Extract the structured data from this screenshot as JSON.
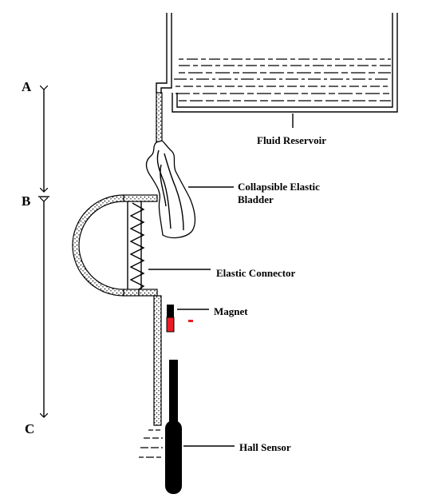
{
  "markers": [
    "A",
    "B",
    "C"
  ],
  "labels": {
    "fluid_reservoir": "Fluid Reservoir",
    "bladder_line1": "Collapsible Elastic",
    "bladder_line2": "Bladder",
    "elastic_connector": "Elastic Connector",
    "magnet": "Magnet",
    "hall_sensor": "Hall Sensor"
  },
  "colors": {
    "magnet_tip": "#ed1c24",
    "ink": "#000000"
  }
}
